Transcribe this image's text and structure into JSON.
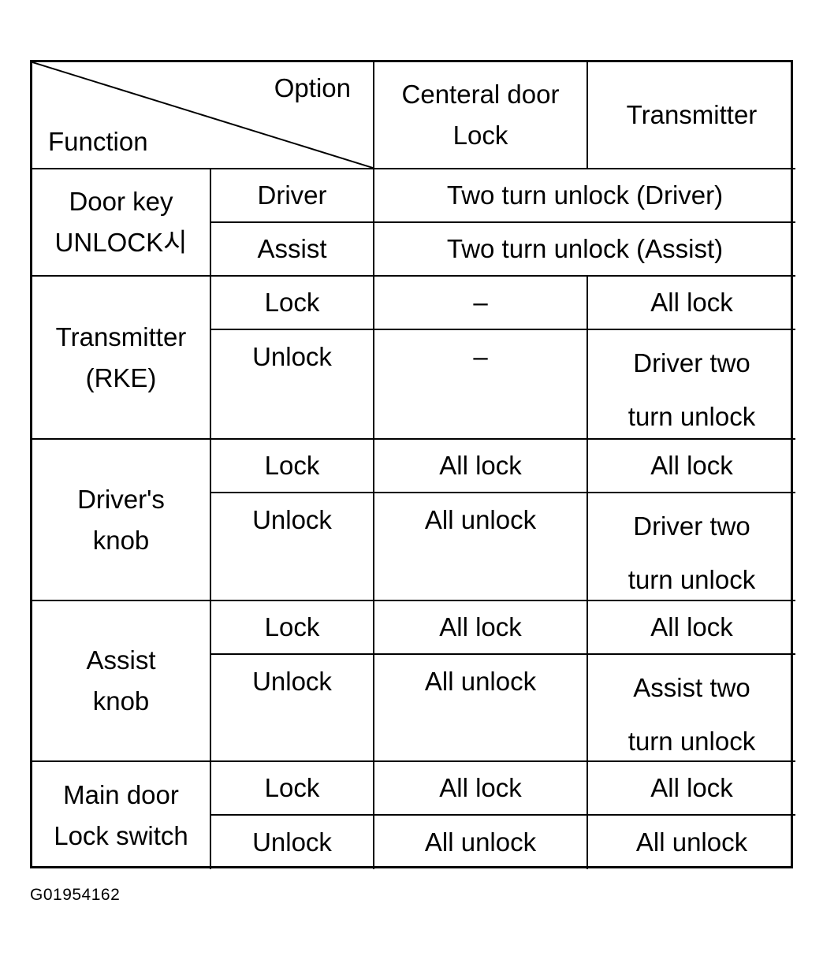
{
  "header": {
    "option_label": "Option",
    "function_label": "Function",
    "col_central": [
      "Centeral door",
      "Lock"
    ],
    "col_transmitter": "Transmitter"
  },
  "door_key": {
    "group": [
      "Door key",
      "UNLOCK시"
    ],
    "driver": {
      "label": "Driver",
      "value": "Two turn unlock (Driver)"
    },
    "assist": {
      "label": "Assist",
      "value": "Two turn unlock (Assist)"
    }
  },
  "transmitter_rke": {
    "group": [
      "Transmitter",
      "(RKE)"
    ],
    "lock": {
      "label": "Lock",
      "central": "–",
      "transmitter": "All lock"
    },
    "unlock": {
      "label": "Unlock",
      "central": "–",
      "transmitter": [
        "Driver two",
        "turn unlock"
      ]
    }
  },
  "drivers_knob": {
    "group": [
      "Driver's",
      "knob"
    ],
    "lock": {
      "label": "Lock",
      "central": "All lock",
      "transmitter": "All lock"
    },
    "unlock": {
      "label": "Unlock",
      "central": "All unlock",
      "transmitter": [
        "Driver two",
        "turn unlock"
      ]
    }
  },
  "assist_knob": {
    "group": [
      "Assist",
      "knob"
    ],
    "lock": {
      "label": "Lock",
      "central": "All lock",
      "transmitter": "All lock"
    },
    "unlock": {
      "label": "Unlock",
      "central": "All unlock",
      "transmitter": [
        "Assist two",
        "turn unlock"
      ]
    }
  },
  "main_switch": {
    "group": [
      "Main door",
      "Lock switch"
    ],
    "lock": {
      "label": "Lock",
      "central": "All lock",
      "transmitter": "All lock"
    },
    "unlock": {
      "label": "Unlock",
      "central": "All unlock",
      "transmitter": "All unlock"
    }
  },
  "figure_id": "G01954162"
}
